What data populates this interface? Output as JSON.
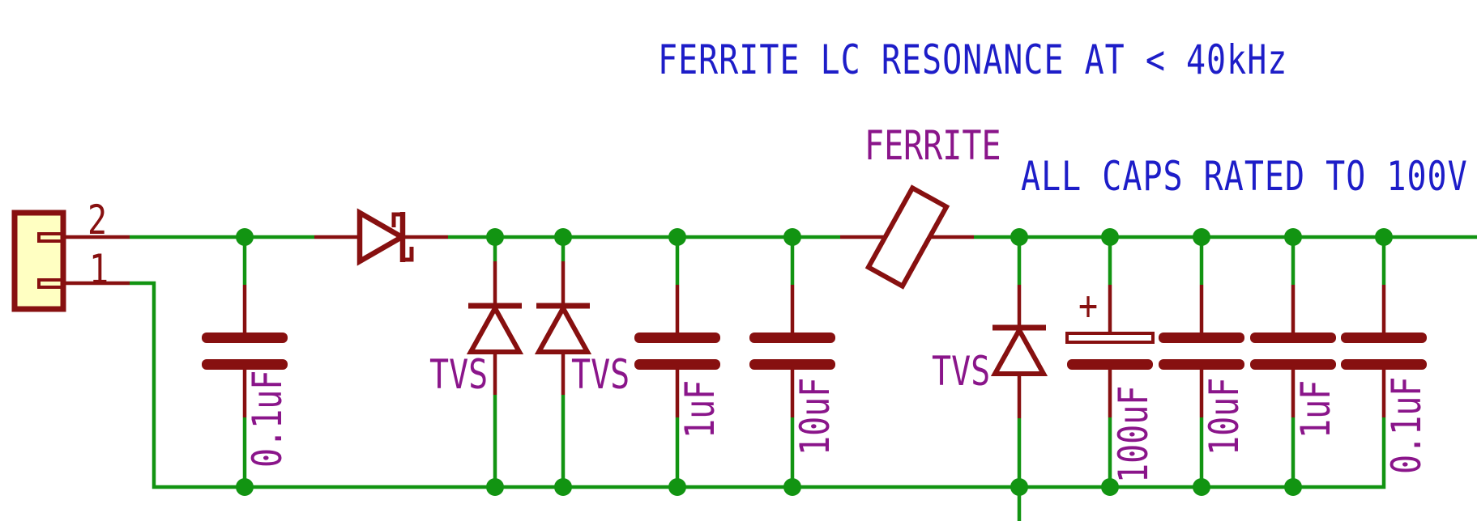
{
  "schematic": {
    "title_note": "FERRITE LC RESONANCE AT < 40kHz",
    "caps_rating_note": "ALL CAPS RATED TO 100V",
    "ferrite": {
      "label": "FERRITE"
    },
    "connector": {
      "pin_2": "2",
      "pin_1": "1"
    },
    "tvs": [
      {
        "label": "TVS"
      },
      {
        "label": "TVS"
      },
      {
        "label": "TVS"
      }
    ],
    "capacitors": [
      {
        "value": "0.1uF",
        "polarized": false
      },
      {
        "value": "1uF",
        "polarized": false
      },
      {
        "value": "10uF",
        "polarized": false
      },
      {
        "value": "100uF",
        "polarized": true,
        "polarity_mark": "+"
      },
      {
        "value": "10uF",
        "polarized": false
      },
      {
        "value": "1uF",
        "polarized": false
      },
      {
        "value": "0.1uF",
        "polarized": false
      }
    ],
    "colors": {
      "wire_green": "#129412",
      "component_maroon": "#871010",
      "note_blue": "#1d1dc8",
      "field_purple": "#8a158a",
      "connector_fill": "#ffffc2",
      "background": "#ffffff"
    }
  }
}
